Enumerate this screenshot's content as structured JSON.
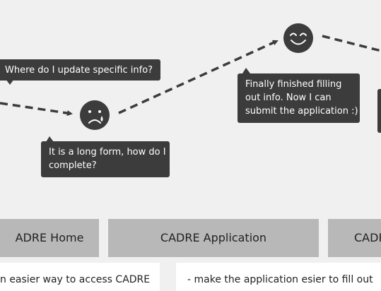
{
  "journey": {
    "moods": [
      {
        "name": "sad",
        "icon": "sad-face-icon"
      },
      {
        "name": "happy",
        "icon": "happy-face-icon"
      }
    ],
    "bubbles": {
      "update_info": "Where do I update specific info?",
      "long_form": [
        "It is a long form, how do I",
        "complete?"
      ],
      "finished": [
        "Finally finished filling",
        "out info. Now I can",
        "submit the application :)"
      ]
    }
  },
  "stages": {
    "home": "ADRE Home",
    "application": "CADRE Application",
    "next": "CADR"
  },
  "notes": {
    "home": "n easier way to access CADRE",
    "application": "- make the application esier to fill out"
  },
  "colors": {
    "background": "#f0f0f0",
    "dark": "#3c3c3c",
    "stage": "#b8b8b8",
    "note": "#ffffff"
  }
}
